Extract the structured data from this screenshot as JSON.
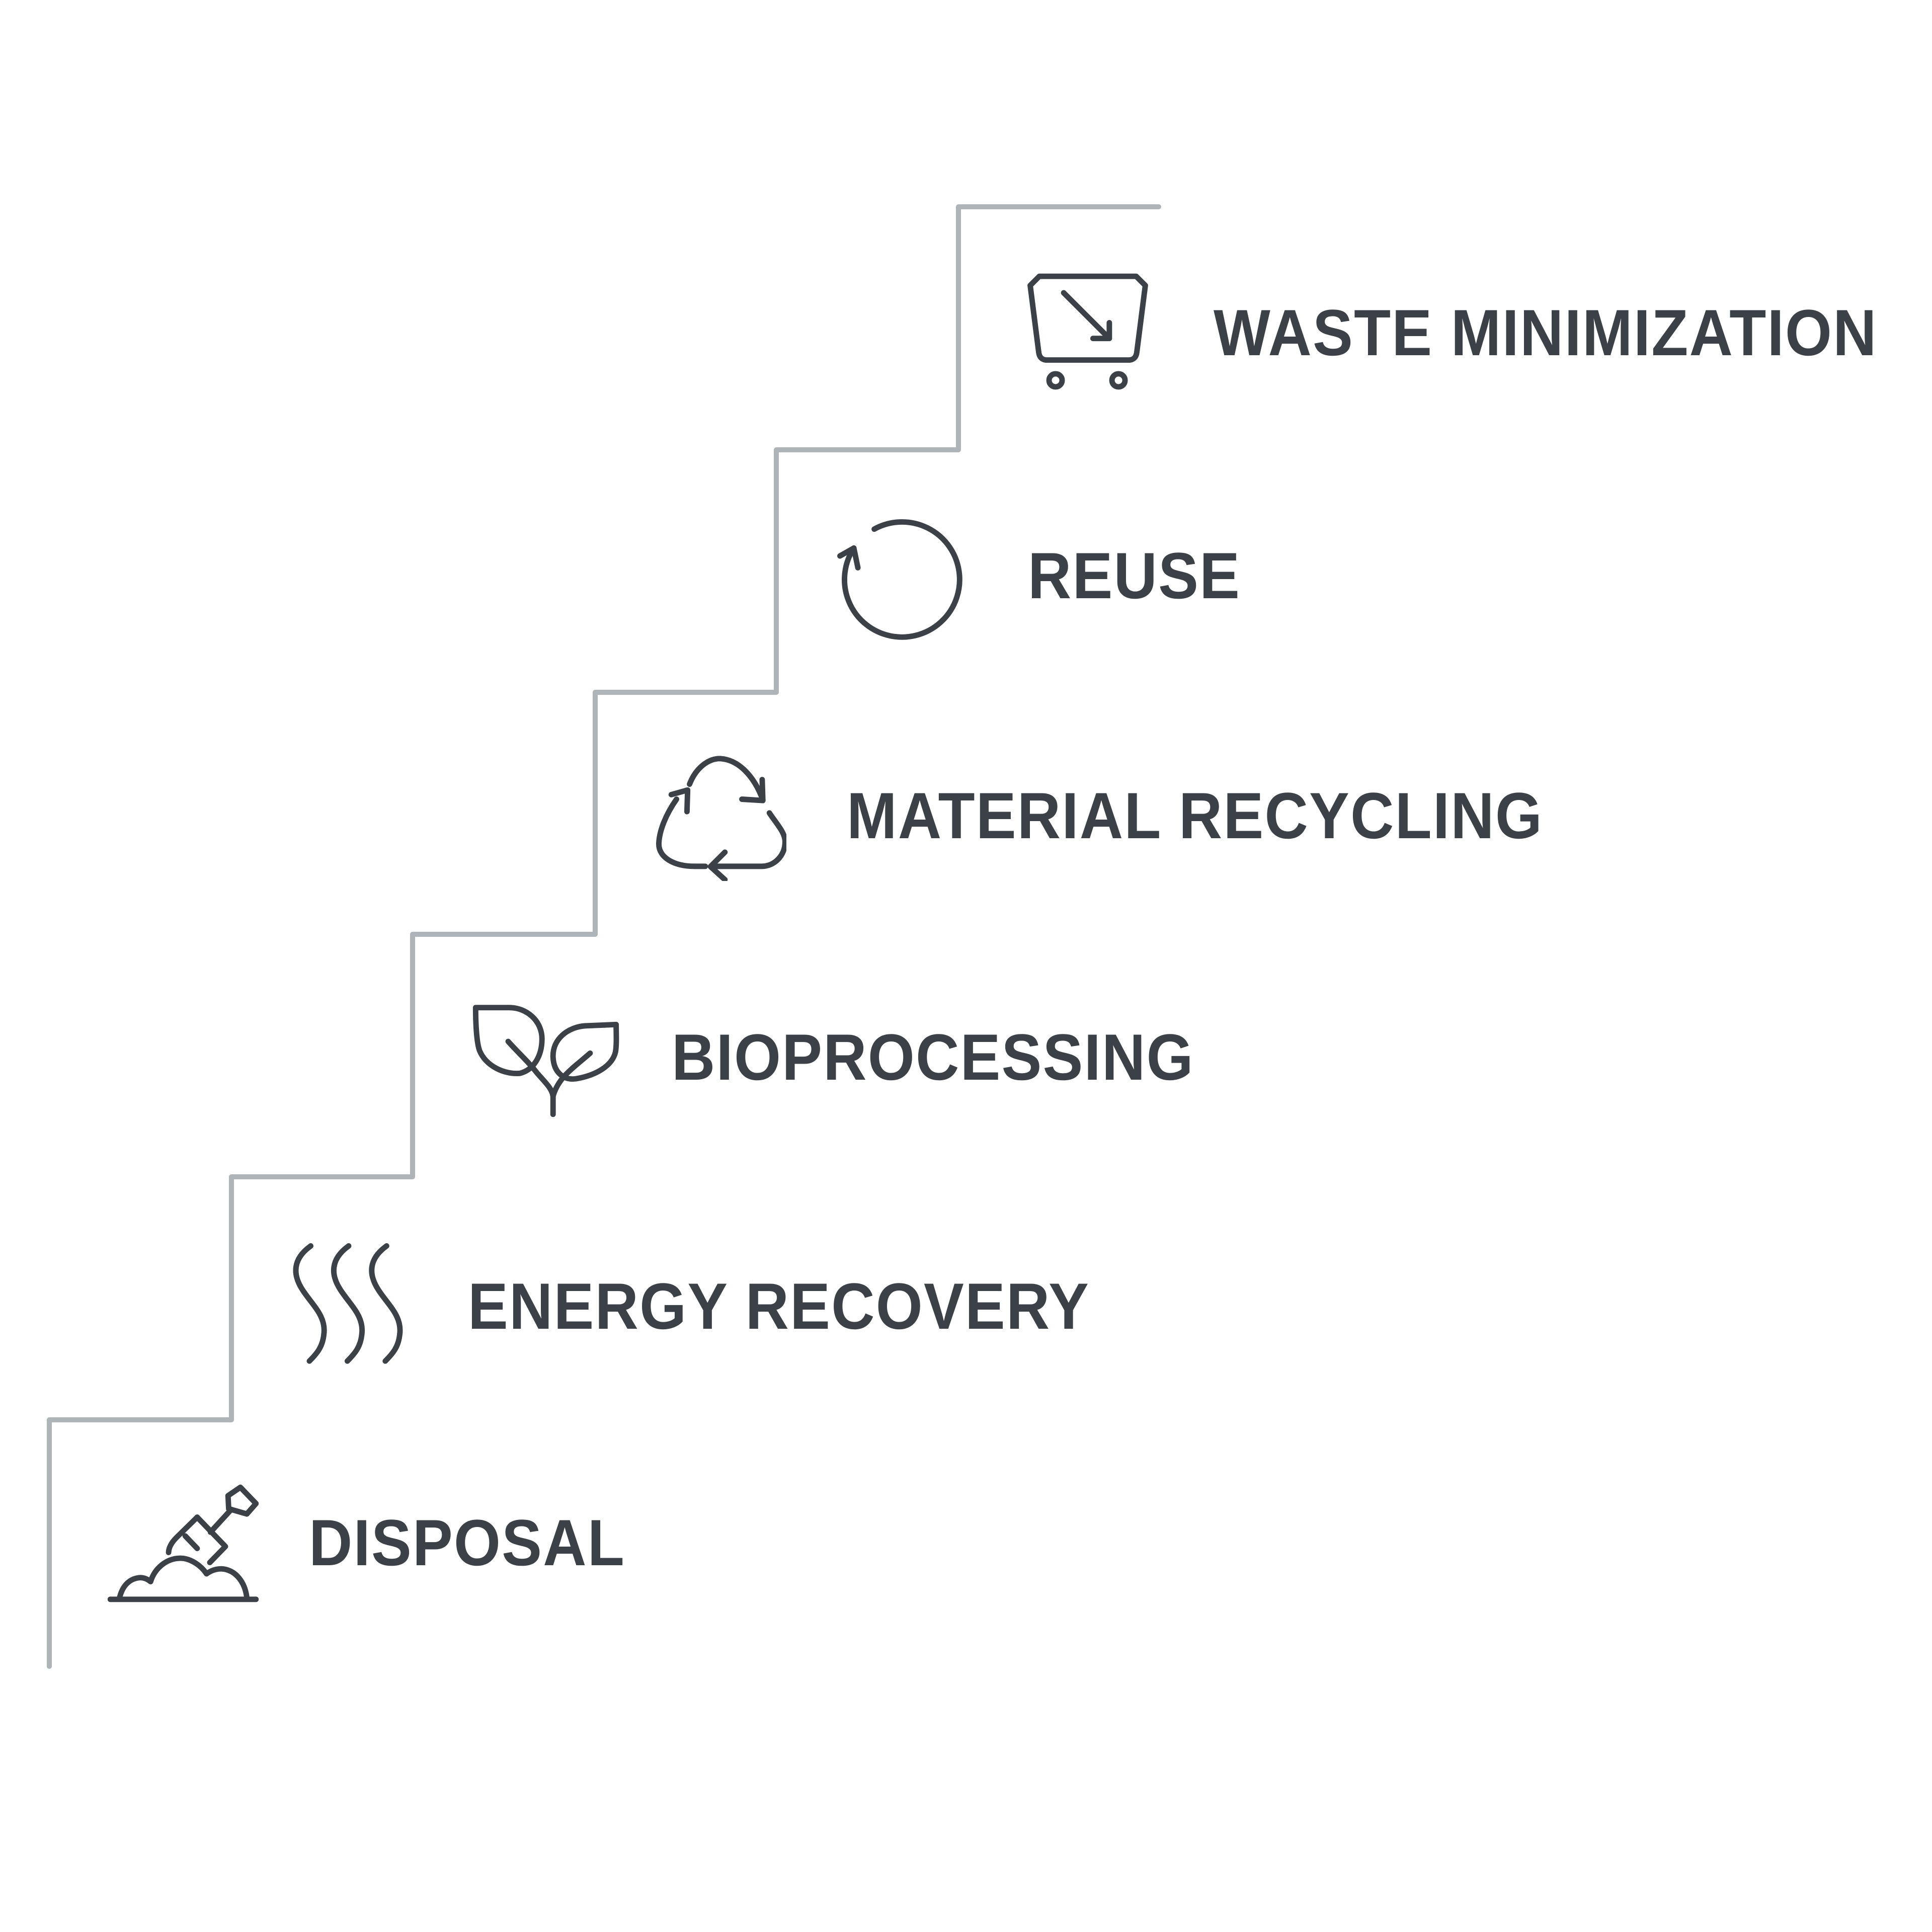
{
  "theme": {
    "background": "#ffffff",
    "ink": "#3b4146",
    "stair_line": "#afb4b8"
  },
  "diagram": {
    "type": "stair-step-hierarchy",
    "direction": "descending-right-to-left",
    "steps": [
      {
        "rank": 1,
        "label": "WASTE MINIMIZATION",
        "icon": "waste-container-arrow-icon"
      },
      {
        "rank": 2,
        "label": "REUSE",
        "icon": "circular-arrow-icon"
      },
      {
        "rank": 3,
        "label": "MATERIAL RECYCLING",
        "icon": "recycling-arrows-icon"
      },
      {
        "rank": 4,
        "label": "BIOPROCESSING",
        "icon": "sprout-leaves-icon"
      },
      {
        "rank": 5,
        "label": "ENERGY RECOVERY",
        "icon": "heat-waves-icon"
      },
      {
        "rank": 6,
        "label": "DISPOSAL",
        "icon": "fork-in-ground-icon"
      }
    ]
  }
}
